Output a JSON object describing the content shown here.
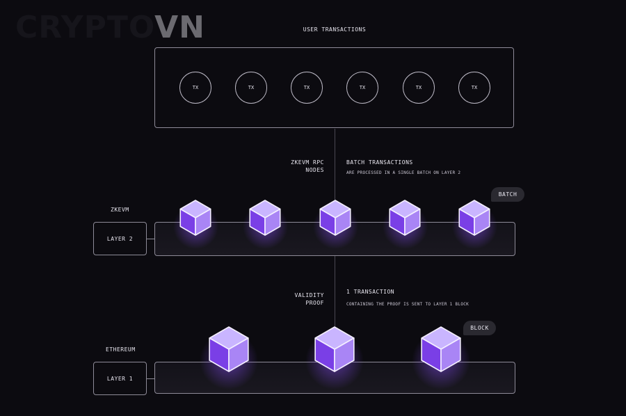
{
  "logo": {
    "part1": "CRYPTO",
    "part2": "VN"
  },
  "user_transactions": {
    "title": "USER TRANSACTIONS",
    "items": [
      "TX",
      "TX",
      "TX",
      "TX",
      "TX",
      "TX"
    ]
  },
  "zkevm_rpc": {
    "line1": "ZKEVM RPC",
    "line2": "NODES"
  },
  "batch": {
    "title": "BATCH TRANSACTIONS",
    "subtitle": "ARE PROCESSED IN A SINGLE BATCH ON LAYER 2",
    "pill": "BATCH"
  },
  "layer2": {
    "network": "ZKEVM",
    "label": "LAYER 2",
    "block_count": 5
  },
  "validity": {
    "line1": "VALIDITY",
    "line2": "PROOF"
  },
  "proof": {
    "title": "1 TRANSACTION",
    "subtitle": "CONTAINING THE PROOF IS SENT TO LAYER 1 BLOCK",
    "pill": "BLOCK"
  },
  "layer1": {
    "network": "ETHEREUM",
    "label": "LAYER 1",
    "block_count": 3
  },
  "colors": {
    "background": "#0c0b10",
    "cube_top": "#c9b5ff",
    "cube_left": "#7a3fe6",
    "cube_right": "#a985f5",
    "stroke": "#8e8b98"
  }
}
